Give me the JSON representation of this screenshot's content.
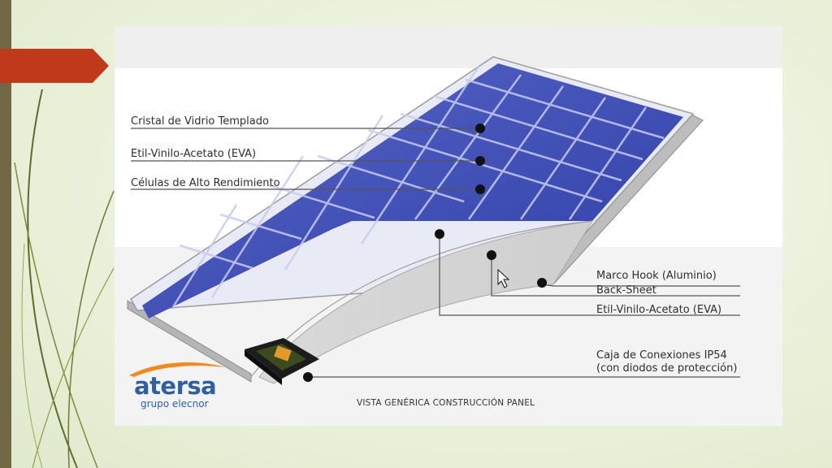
{
  "callouts": {
    "cristal": "Cristal de Vidrio Templado",
    "eva_top": "Etil-Vinilo-Acetato (EVA)",
    "celulas": "Células de Alto Rendimiento",
    "marco": "Marco Hook (Aluminio)",
    "backsheet": "Back-Sheet",
    "eva_bottom": "Etil-Vinilo-Acetato (EVA)",
    "caja_line1": "Caja de Conexiones IP54",
    "caja_line2": "(con diodos de protección)"
  },
  "caption": "VISTA GENÉRICA CONSTRUCCIÓN PANEL",
  "logo": {
    "word": "atersa",
    "sub": "grupo elecnor"
  },
  "colors": {
    "cell_blue": "#3a49b5",
    "accent_red": "#c0391b",
    "logo_blue": "#2f5fa3",
    "logo_orange": "#f08a1e",
    "frame_gray": "#9a9a9a"
  }
}
